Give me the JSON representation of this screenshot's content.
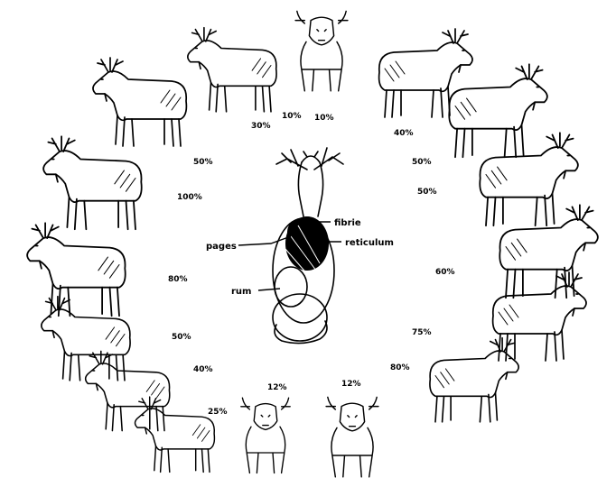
{
  "colors": {
    "ink": "#000000",
    "background": "#ffffff"
  },
  "animal_ring": [
    {
      "icon": "moose-icon",
      "label": "10%"
    },
    {
      "icon": "moose-icon",
      "label": "40%"
    },
    {
      "icon": "moose-icon",
      "label": "50%"
    },
    {
      "icon": "moose-icon",
      "label": "50%"
    },
    {
      "icon": "moose-icon",
      "label": "60%"
    },
    {
      "icon": "moose-icon",
      "label": "75%"
    },
    {
      "icon": "moose-icon",
      "label": "80%"
    },
    {
      "icon": "moose-icon",
      "label": "12%"
    },
    {
      "icon": "moose-icon",
      "label": "12%"
    },
    {
      "icon": "moose-icon",
      "label": "25%"
    },
    {
      "icon": "moose-icon",
      "label": "40%"
    },
    {
      "icon": "moose-icon",
      "label": "50%"
    },
    {
      "icon": "moose-icon",
      "label": "80%"
    },
    {
      "icon": "moose-icon",
      "label": "100%"
    },
    {
      "icon": "moose-icon",
      "label": "50%"
    },
    {
      "icon": "moose-icon",
      "label": "30%"
    },
    {
      "icon": "moose-icon",
      "label": "10%"
    }
  ],
  "center_diagram": {
    "icon": "moose-topview-icon",
    "callouts": {
      "top_right": "fibrie",
      "middle_right": "reticulum",
      "left": "pages",
      "lower_left": "rum"
    }
  }
}
